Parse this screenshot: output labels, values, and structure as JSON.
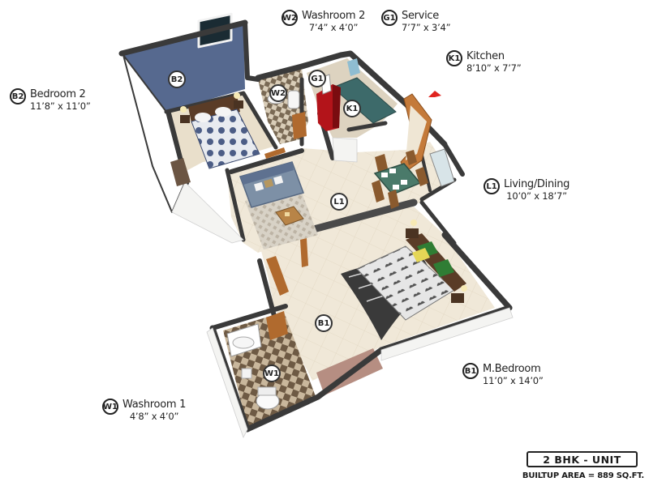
{
  "rooms": {
    "washroom2": {
      "code": "W2",
      "name": "Washroom 2",
      "size": "7’4” x 4’0”"
    },
    "service": {
      "code": "G1",
      "name": "Service",
      "size": "7’7” x 3’4”"
    },
    "kitchen": {
      "code": "K1",
      "name": "Kitchen",
      "size": "8’10” x 7’7”"
    },
    "bedroom2": {
      "code": "B2",
      "name": "Bedroom 2",
      "size": "11’8” x 11’0”"
    },
    "living": {
      "code": "L1",
      "name": "Living/Dining",
      "size": "10’0” x 18’7”"
    },
    "mbedroom": {
      "code": "B1",
      "name": "M.Bedroom",
      "size": "11’0” x 14’0”"
    },
    "washroom1": {
      "code": "W1",
      "name": "Washroom 1",
      "size": "4’8” x 4’0”"
    }
  },
  "unit": {
    "type": "2 BHK - UNIT",
    "builtup": "BUILTUP AREA = 889 SQ.FT."
  },
  "colors": {
    "wall": "#3a3a3a",
    "floor": "#ede4d2",
    "accent_wall": "#56698f",
    "sofa": "#7d90a6",
    "fridge": "#b3141a",
    "bed_green": "#2f7d34",
    "wood": "#b06a2e"
  },
  "icons": [
    "north-arrow-icon"
  ]
}
